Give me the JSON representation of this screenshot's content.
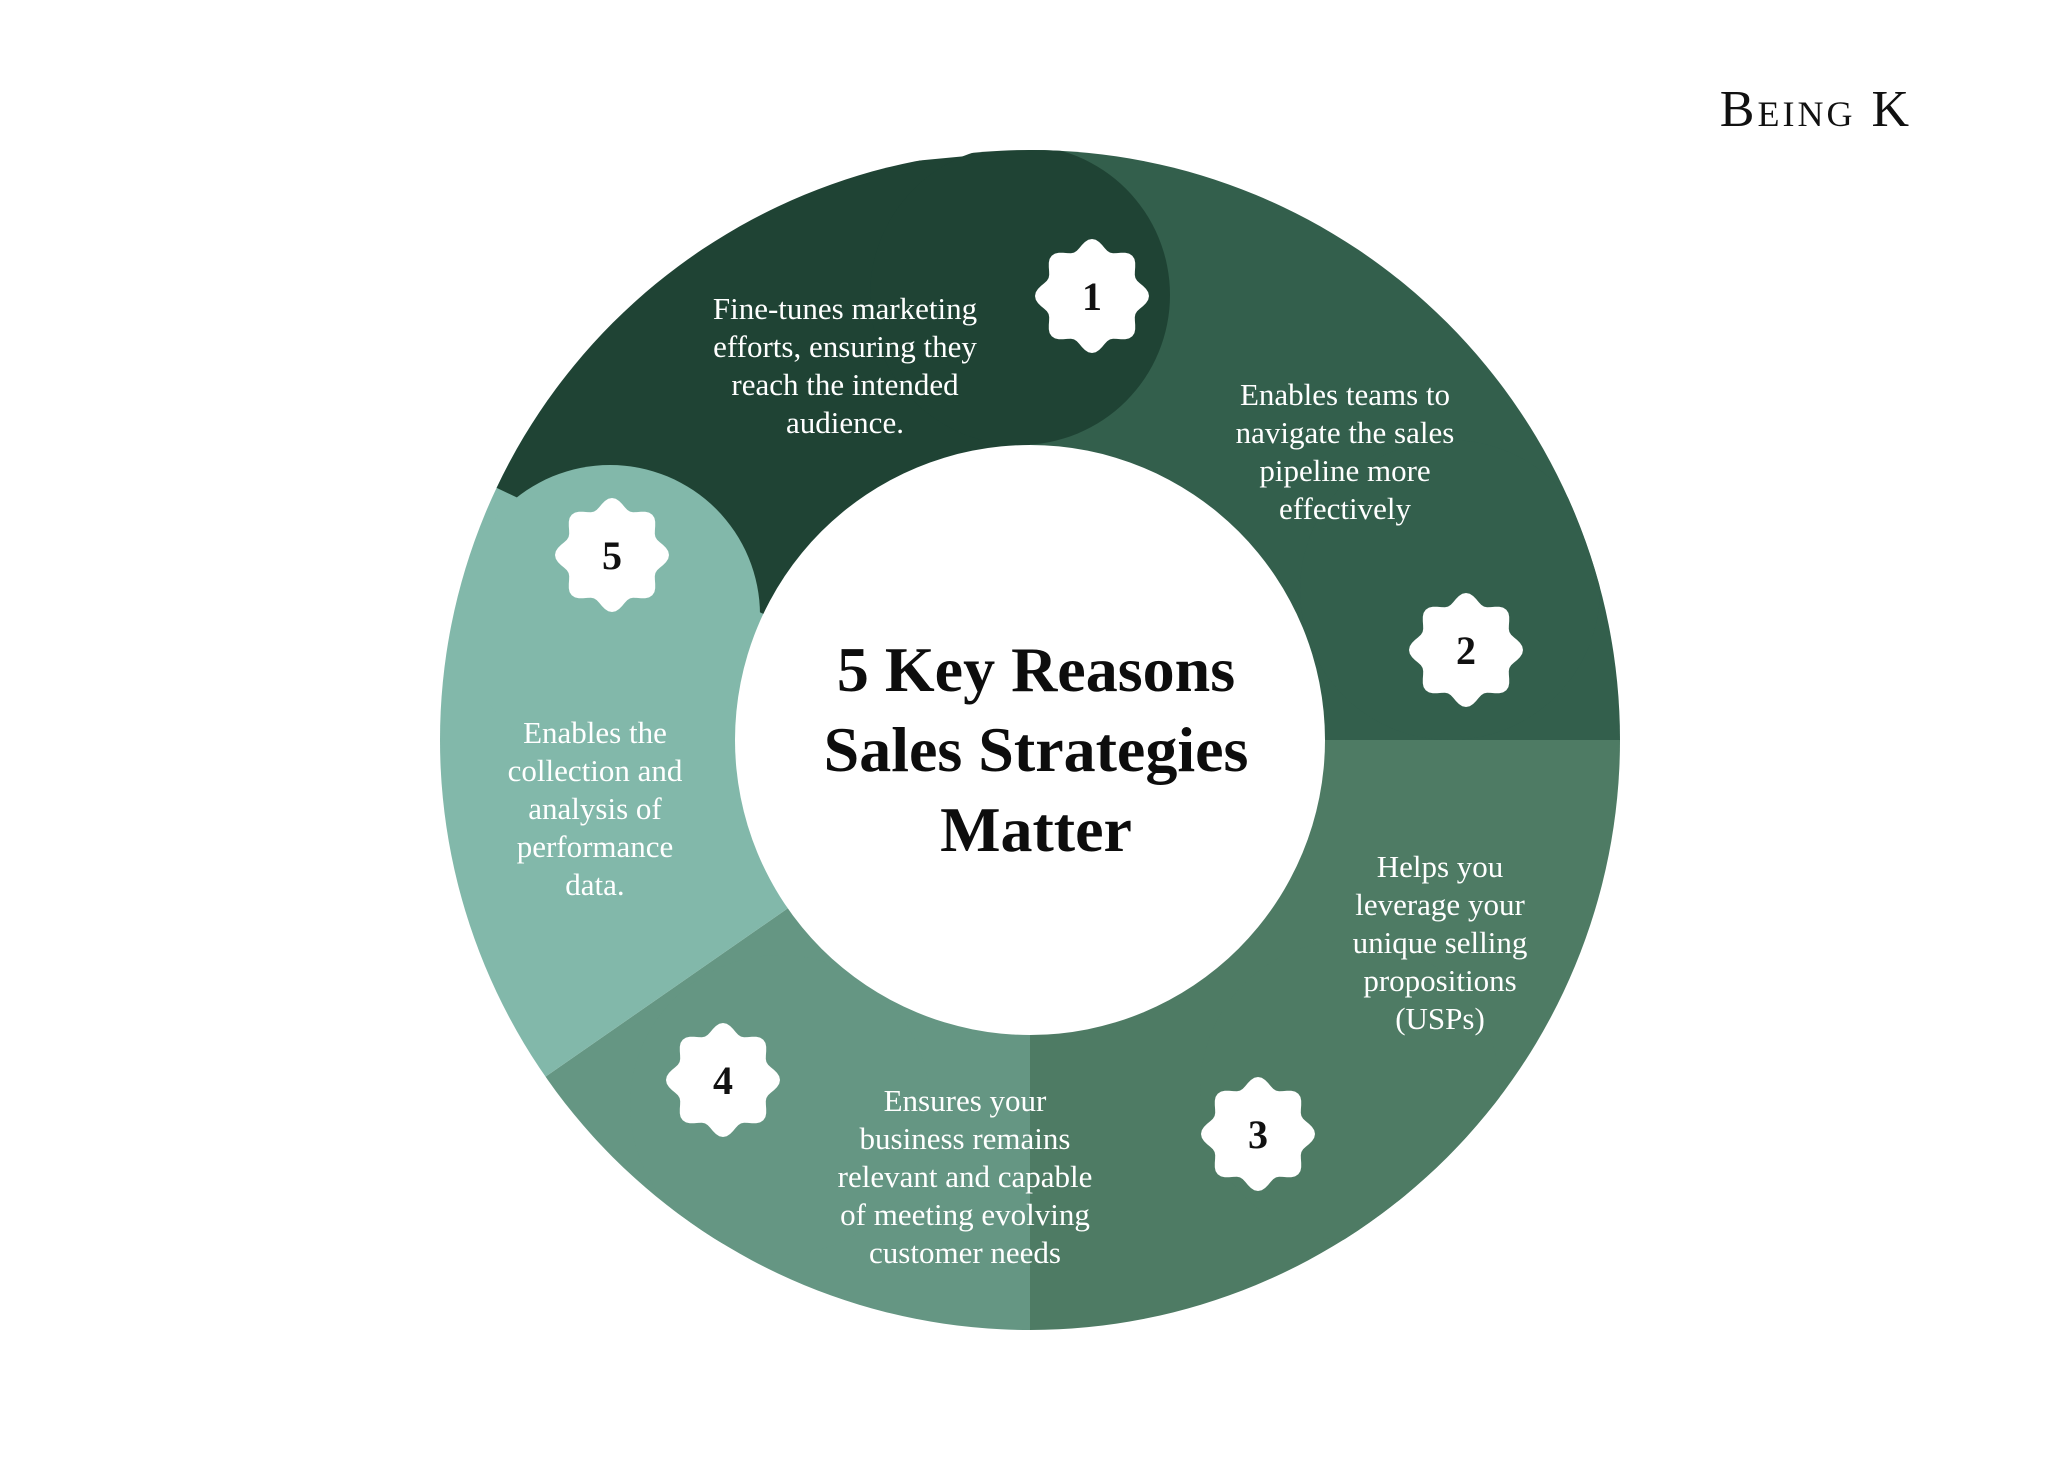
{
  "brand": "Being K",
  "title": {
    "line1": "5 Key Reasons",
    "line2": "Sales Strategies",
    "line3": "Matter"
  },
  "colors": {
    "segment_1": "#1f4334",
    "segment_2": "#335f4c",
    "segment_3": "#4e7b64",
    "segment_4": "#659683",
    "segment_5": "#82b8aa",
    "badge": "#ffffff",
    "center": "#ffffff"
  },
  "icon": "scalloped-badge-icon",
  "reasons": [
    {
      "number": "1",
      "lines": [
        "Fine-tunes marketing",
        "efforts, ensuring they",
        "reach the intended",
        "audience."
      ]
    },
    {
      "number": "2",
      "lines": [
        "Enables teams to",
        "navigate the sales",
        "pipeline more",
        "effectively"
      ]
    },
    {
      "number": "3",
      "lines": [
        "Helps you",
        "leverage your",
        "unique selling",
        "propositions",
        "(USPs)"
      ]
    },
    {
      "number": "4",
      "lines": [
        "Ensures your",
        "business remains",
        "relevant and capable",
        "of meeting evolving",
        "customer needs"
      ]
    },
    {
      "number": "5",
      "lines": [
        "Enables the",
        "collection and",
        "analysis of",
        "performance",
        "data."
      ]
    }
  ]
}
